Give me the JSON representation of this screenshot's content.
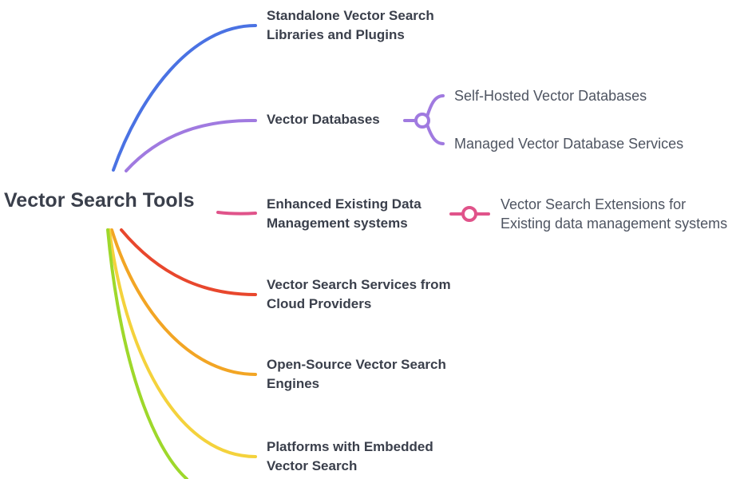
{
  "diagram": {
    "root": {
      "label": "Vector Search Tools"
    },
    "branches": [
      {
        "id": "standalone",
        "lines": [
          "Standalone Vector Search",
          "Libraries and Plugins"
        ],
        "color": "#4a72e3",
        "children": []
      },
      {
        "id": "databases",
        "lines": [
          "Vector Databases"
        ],
        "color": "#a07ae0",
        "children": [
          {
            "lines": [
              "Self-Hosted Vector Databases"
            ]
          },
          {
            "lines": [
              "Managed Vector Database Services"
            ]
          }
        ]
      },
      {
        "id": "enhanced",
        "lines": [
          "Enhanced Existing Data",
          "Management systems"
        ],
        "color": "#e0538a",
        "children": [
          {
            "lines": [
              "Vector Search Extensions for",
              "Existing data management systems"
            ]
          }
        ]
      },
      {
        "id": "cloud",
        "lines": [
          "Vector Search Services from",
          "Cloud Providers"
        ],
        "color": "#e8472d",
        "children": []
      },
      {
        "id": "opensource",
        "lines": [
          "Open-Source Vector Search",
          "Engines"
        ],
        "color": "#f2a524",
        "children": []
      },
      {
        "id": "platforms",
        "lines": [
          "Platforms with Embedded",
          "Vector Search"
        ],
        "color": "#f4d23c",
        "children": []
      },
      {
        "id": "offscreen",
        "lines": [],
        "color": "#9ed82b",
        "children": []
      }
    ]
  }
}
